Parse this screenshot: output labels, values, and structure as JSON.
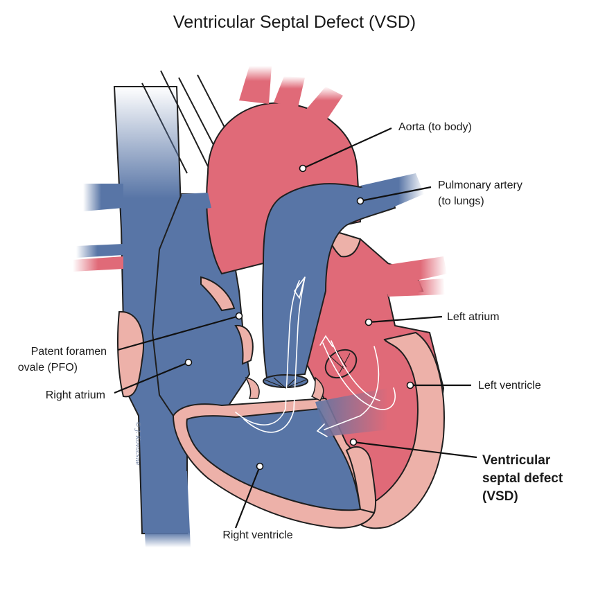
{
  "title": "Ventricular Septal Defect (VSD)",
  "labels": {
    "aorta": "Aorta (to body)",
    "pulmonary_1": "Pulmonary artery",
    "pulmonary_2": "(to lungs)",
    "left_atrium": "Left atrium",
    "pfo_1": "Patent foramen",
    "pfo_2": "ovale (PFO)",
    "right_atrium": "Right atrium",
    "left_ventricle": "Left ventricle",
    "vsd_1": "Ventricular",
    "vsd_2": "septal defect",
    "vsd_3": "(VSD)",
    "right_ventricle": "Right ventricle"
  },
  "signature": "© J. Kovacsne",
  "colors": {
    "deoxygenated": "#5875a6",
    "oxygenated": "#e06a78",
    "tissue": "#edb1a9",
    "outline": "#1f1f1f"
  }
}
